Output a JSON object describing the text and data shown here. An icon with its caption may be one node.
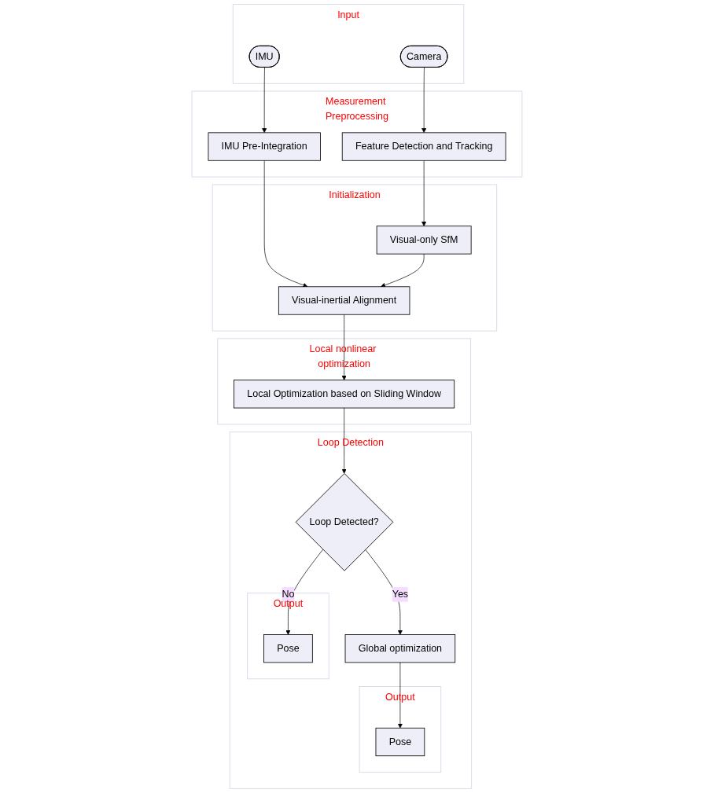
{
  "diagram": {
    "nodes": [
      {
        "text": [
          "Input"
        ]
      },
      {
        "text": [
          "Camera"
        ],
        "in": 0
      },
      {
        "text": [
          "IMU"
        ],
        "in": 0
      },
      {
        "text": [
          "Measurement Preprocessing"
        ]
      },
      {
        "text": [
          "Feature Detection and Tracking"
        ],
        "in": 3
      },
      {
        "text": [
          "IMU Pre-Integration"
        ],
        "in": 3
      },
      {
        "text": [
          "Initialization"
        ]
      },
      {
        "text": [
          "Visual-only SfM"
        ],
        "in": 6
      },
      {
        "text": [
          "Visual-inertial Alignment"
        ],
        "in": 6
      },
      {
        "text": [
          "Local nonlinear optimization"
        ]
      },
      {
        "text": [
          "Local Optimization based on Sliding Window"
        ],
        "in": 9
      },
      {
        "text": [
          "Loop Detection"
        ]
      },
      {
        "text": [
          "Loop Detected?"
        ],
        "in": 11
      },
      {
        "text": [
          "Output"
        ],
        "in": 11
      },
      {
        "text": [
          "Pose"
        ],
        "in": 13
      },
      {
        "text": [
          "Global optimization"
        ],
        "in": 11
      },
      {
        "text": [
          "Output"
        ],
        "in": 11
      },
      {
        "text": [
          "Pose"
        ],
        "in": 16
      }
    ],
    "edges": [
      {
        "from": 1,
        "to": 4,
        "arrow": "to"
      },
      {
        "from": 2,
        "to": 5,
        "arrow": "to"
      },
      {
        "from": 4,
        "to": 7,
        "arrow": "to"
      },
      {
        "from": 5,
        "to": 8,
        "arrow": "to"
      },
      {
        "from": 7,
        "to": 8,
        "arrow": "to"
      },
      {
        "from": 8,
        "to": 10,
        "arrow": "to"
      },
      {
        "from": 10,
        "to": 12,
        "arrow": "to"
      },
      {
        "from": 12,
        "to": 14,
        "label": "No",
        "arrow": "to"
      },
      {
        "from": 12,
        "to": 15,
        "label": "Yes",
        "arrow": "to"
      },
      {
        "from": 15,
        "to": 17,
        "arrow": "to"
      }
    ]
  }
}
